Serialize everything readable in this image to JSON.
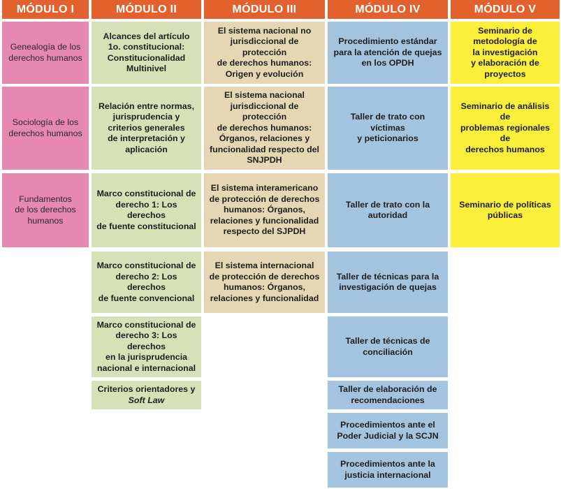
{
  "headers": [
    "MÓDULO I",
    "MÓDULO II",
    "MÓDULO III",
    "MÓDULO IV",
    "MÓDULO V"
  ],
  "modulo1": [
    "Genealogía de los\nderechos humanos",
    "Sociología de los\nderechos humanos",
    "Fundamentos\nde los derechos\nhumanos"
  ],
  "modulo2": [
    "Alcances del artículo\n1o. constitucional:\nConstitucionalidad\nMultinivel",
    "Relación entre normas,\njurisprudencia y\ncriterios generales\nde interpretación y\naplicación",
    "Marco constitucional de\nderecho 1: Los derechos\nde fuente constitucional",
    "Marco constitucional de\nderecho 2: Los derechos\nde fuente convencional",
    "Marco constitucional de\nderecho 3: Los derechos\nen la jurisprudencia\nnacional e internacional"
  ],
  "modulo2_last": {
    "text": "Criterios orientadores y",
    "italic": "Soft Law"
  },
  "modulo3": [
    "El sistema nacional no\njurisdiccional de protección\nde derechos humanos:\nOrigen y evolución",
    "El sistema nacional\njurisdiccional de protección\nde derechos humanos:\nÓrganos, relaciones y\nfuncionalidad respecto del\nSNJPDH",
    "El sistema interamericano\nde protección de derechos\nhumanos: Órganos,\nrelaciones y funcionalidad\nrespecto del SJPDH",
    "El sistema internacional\nde protección de derechos\nhumanos: Órganos,\nrelaciones y funcionalidad"
  ],
  "modulo4": [
    "Procedimiento estándar\npara la atención de quejas\nen los OPDH",
    "Taller de trato con víctimas\ny peticionarios",
    "Taller de trato con la\nautoridad",
    "Taller de técnicas para la\ninvestigación de quejas",
    "Taller de técnicas de\nconciliación",
    "Taller de elaboración de\nrecomendaciones",
    "Procedimientos ante el\nPoder Judicial y la SCJN",
    "Procedimientos ante la\njusticia internacional"
  ],
  "modulo5": [
    "Seminario de\nmetodología de\nla investigación\ny elaboración de\nproyectos",
    "Seminario de análisis de\nproblemas regionales de\nderechos humanos",
    "Seminario de políticas\npúblicas"
  ]
}
